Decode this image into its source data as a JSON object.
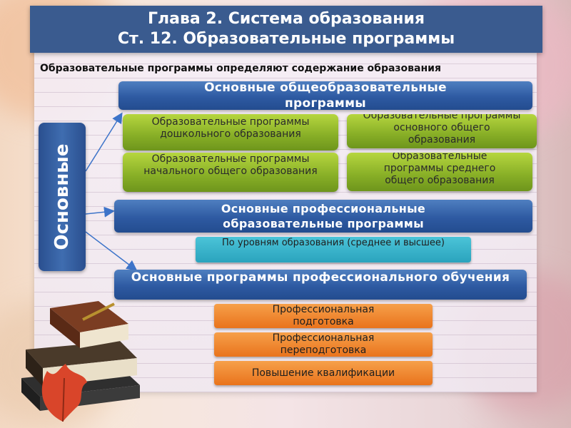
{
  "header": {
    "line1": "Глава 2. Система образования",
    "line2": "Ст. 12. Образовательные программы"
  },
  "subtitle": "Образовательные программы определяют содержание образования",
  "side_label": "Основные",
  "blocks": {
    "general": {
      "title": "Основные общеобразовательные программы",
      "items": [
        "Образовательные программы дошкольного образования",
        "Образовательные программы основного общего образования",
        "Образовательные программы начального общего образования",
        "Образовательные программы среднего общего образования"
      ]
    },
    "professional": {
      "title": "Основные профессиональные образовательные программы",
      "levels": "По уровням образования (среднее и высшее)"
    },
    "training": {
      "title": "Основные программы профессионального обучения",
      "items": [
        "Профессиональная подготовка",
        "Профессиональная переподготовка",
        "Повышение квалификации"
      ]
    }
  },
  "colors": {
    "header": "#3a5b8f",
    "blue_box": "#2e5aa2",
    "green_box": "#87ae26",
    "teal_box": "#2aa3bd",
    "orange_box": "#e9731c",
    "arrow": "#3d74c9"
  },
  "decorations": [
    "books-illustration",
    "autumn-leaf"
  ]
}
